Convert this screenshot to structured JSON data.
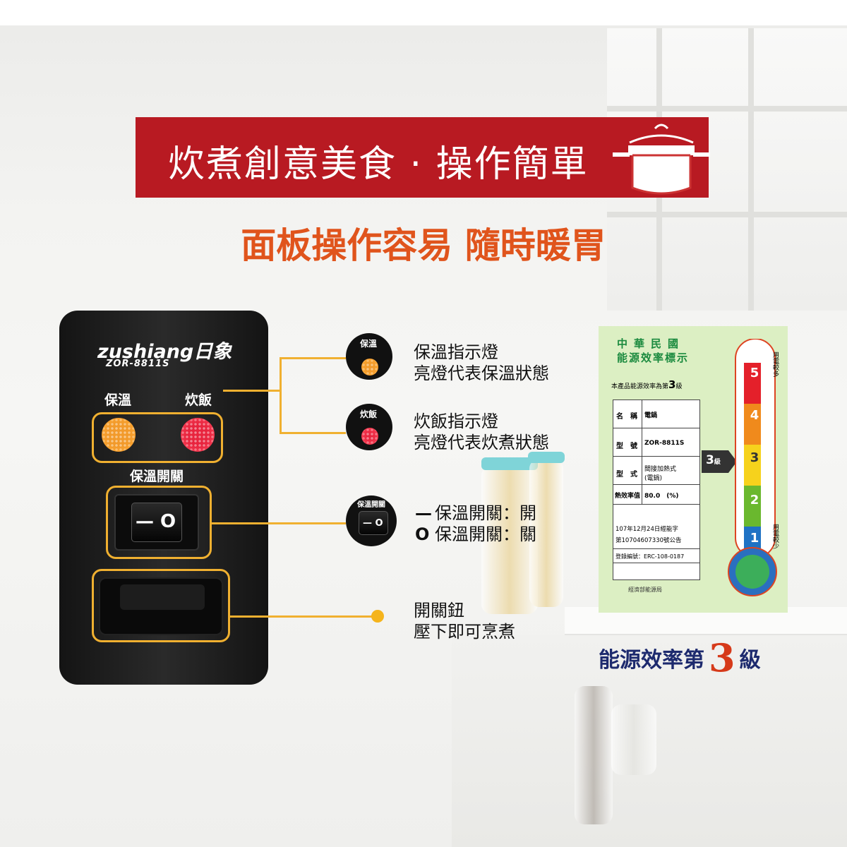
{
  "banner": {
    "title": "炊煮創意美食 · 操作簡單",
    "subtitle": "面板操作容易  隨時暖胃"
  },
  "device": {
    "brand": "zushiang日象",
    "model": "ZOR-8811S",
    "label_warm": "保溫",
    "label_cook": "炊飯",
    "label_warm_switch": "保溫開關",
    "switch_symbols": "— O"
  },
  "callouts": [
    {
      "icon_label": "保溫",
      "line1": "保溫指示燈",
      "line2": "亮燈代表保溫狀態"
    },
    {
      "icon_label": "炊飯",
      "line1": "炊飯指示燈",
      "line2": "亮燈代表炊煮狀態"
    },
    {
      "icon_label": "保溫開關",
      "symbols": "— O",
      "line1": "保溫開關：開",
      "line2": "保溫開關：關",
      "mark1": "—",
      "mark2": "O"
    },
    {
      "line1": "開關鈕",
      "line2": "壓下即可烹煮"
    }
  ],
  "energy_label": {
    "title1": "中華民國",
    "title2": "能源效率標示",
    "note_prefix": "本產品能源效率為第",
    "note_grade": "3",
    "note_suffix": "級",
    "rows": [
      {
        "label": "名　稱",
        "value": "電鍋"
      },
      {
        "label": "型　號",
        "value": "ZOR-8811S"
      },
      {
        "label": "型　式",
        "value": "間接加熱式\n(電鍋)"
      },
      {
        "label": "熱效率值",
        "value": "80.0　(%)"
      }
    ],
    "approval1": "107年12月24日經能字",
    "approval2": "第10704607330號公告",
    "reg": "登錄編號：ERC-108-0187",
    "agency": "經濟部能源局",
    "grade_box": "3",
    "grade_unit": "級",
    "scale": [
      "5",
      "4",
      "3",
      "2",
      "1"
    ],
    "more": "用電較多",
    "less": "用電較少",
    "colors": {
      "5": "#e4202a",
      "4": "#f08a1c",
      "3": "#f6d21c",
      "2": "#6ab82e",
      "1": "#1f72c4"
    }
  },
  "footer": {
    "prefix": "能源效率第",
    "grade": "3",
    "suffix": "級"
  },
  "colors": {
    "banner_red": "#b81a22",
    "subtitle_orange": "#e0541c",
    "highlight": "#f0b030",
    "navy": "#1d2a6e"
  }
}
